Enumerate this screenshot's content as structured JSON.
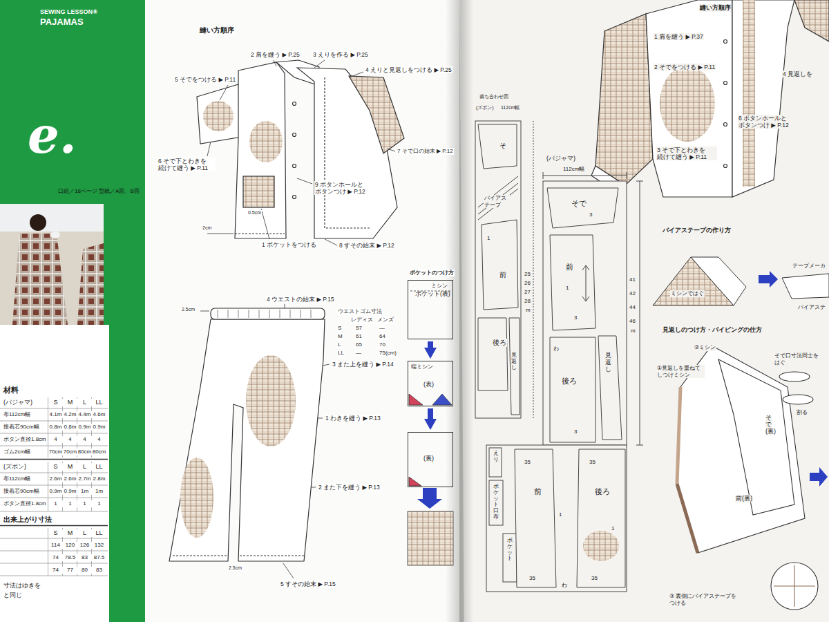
{
  "diagram": {
    "nodes": [
      {
        "text": [
          "SEWING LESSON⑥",
          "PAJAMAS",
          "e.",
          "口絵／18ページ 型紙／A面、B面"
        ]
      },
      {
        "text": [
          "ミシン",
          "ポケット(表)"
        ]
      },
      {
        "text": [
          "端ミシン",
          "(表)"
        ]
      },
      {
        "text": [
          "(裏)"
        ]
      }
    ],
    "edges": [
      {
        "from": 1,
        "to": 2,
        "arrow": "to"
      },
      {
        "from": 2,
        "to": 3,
        "arrow": "to"
      }
    ],
    "labels": [
      "材料",
      "(パジャマ)",
      "S",
      "M",
      "L",
      "LL",
      "布112cm幅",
      "4.1m",
      "4.2m",
      "4.4m",
      "4.6m",
      "接着芯90cm幅",
      "0.8m",
      "0.8m",
      "0.9m",
      "0.9m",
      "ボタン直径1.8cm",
      "4",
      "4",
      "4",
      "4",
      "ゴム2cm幅",
      "70cm",
      "70cm",
      "80cm",
      "80cm",
      "(ズボン)",
      "S",
      "M",
      "L",
      "LL",
      "布112cm幅",
      "2.6m",
      "2.6m",
      "2.7m",
      "2.8m",
      "接着芯90cm幅",
      "0.9m",
      "0.9m",
      "1m",
      "1m",
      "ボタン直径1.8cm",
      "1",
      "1",
      "1",
      "1",
      "出来上がり寸法",
      "S",
      "M",
      "L",
      "LL",
      "114",
      "120",
      "126",
      "132",
      "74",
      "78.5",
      "83",
      "87.5",
      "74",
      "77",
      "80",
      "83",
      "寸法はゆきを",
      "と同じ",
      "縫い方順序",
      "2 肩を縫う ▶ P.25",
      "3 えりを作る ▶ P.25",
      "4 えりと見返しをつける ▶ P.25",
      "5 そでをつける ▶ P.11",
      "6 そで下とわきを 続けて縫う ▶ P.11",
      "7 そで口の始末 ▶ P.12",
      "9 ボタンホールと ボタンつけ ▶ P.12",
      "0.5cm",
      "2cm",
      "1 ポケットをつける",
      "8 すその始末 ▶ P.12",
      "4 ウエストの始末 ▶ P.15",
      "ウエストゴム寸法",
      "レディス",
      "メンズ",
      "S",
      "57",
      "―",
      "M",
      "61",
      "64",
      "L",
      "65",
      "70",
      "LL",
      "―",
      "75(cm)",
      "2.5cm",
      "3 また上を縫う ▶ P.14",
      "1 わきを縫う ▶ P.13",
      "2 また下を縫う ▶ P.13",
      "2.5cm",
      "5 すその始末 ▶ P.15",
      "ポケットのつけ方",
      "縫い方順序",
      "1 肩を縫う ▶ P.37",
      "2 そでをつける ▶ P.11",
      "4 見返しを",
      "6 ボタンホールと ボタンつけ ▶ P.12",
      "3 そで下とわきを 続けて縫う ▶ P.11",
      "裁ち合わせ図",
      "(ズボン)",
      "112cm幅",
      "(パジャマ)",
      "112cm幅",
      "そ",
      "バイアス テープ",
      "前",
      "1",
      "後ろ",
      "見返し",
      "25",
      "26",
      "27",
      "28",
      "m",
      "そで",
      "3",
      "前",
      "1",
      "3",
      "後ろ",
      "わ",
      "見返し",
      "3",
      "41",
      "42",
      "44",
      "46",
      "m",
      "えり",
      "ポケット口布",
      "ポケット",
      "前",
      "後ろ",
      "35",
      "35",
      "35",
      "35",
      "わ",
      "1",
      "1",
      "バイアステープの作り方",
      "ミシンではぐ",
      "テープメーカ",
      "バイアステ",
      "見返しのつけ方・パイピングの仕方",
      "②ミシン",
      "①見返しを重ねて しつけミシン",
      "そで口寸法同士を はぐ",
      "割る",
      "そで(裏)",
      "前(裏)",
      "③ 裏側にバイアステープを つける"
    ]
  }
}
